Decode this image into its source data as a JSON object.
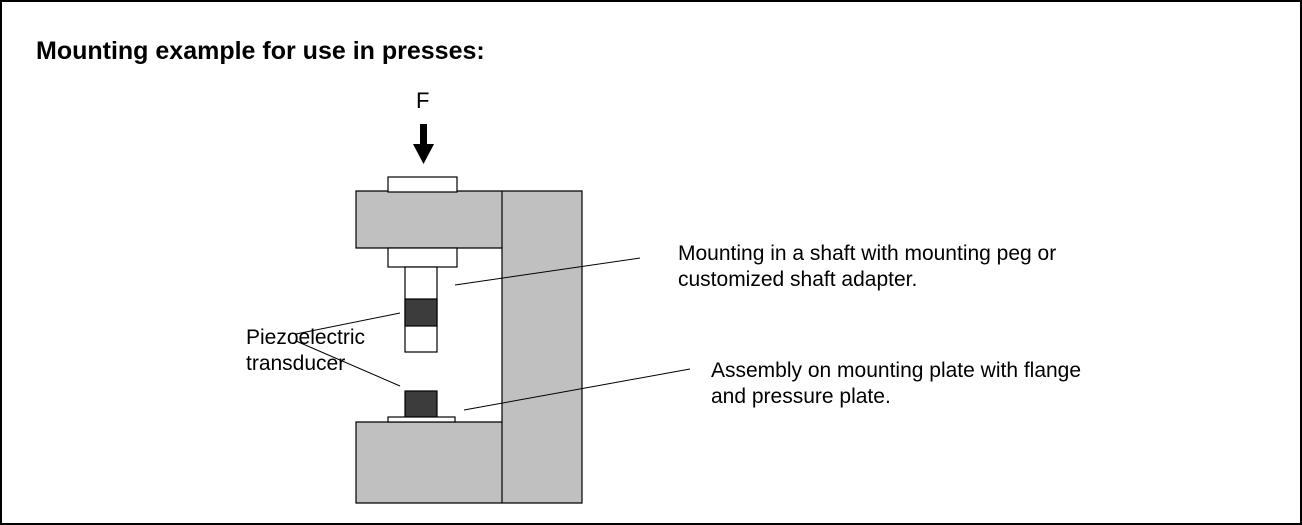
{
  "title": "Mounting example for use in presses:",
  "force_label": "F",
  "labels": {
    "shaft": {
      "line1": "Mounting in a shaft with mounting peg or",
      "line2": "customized shaft adapter."
    },
    "piezo": {
      "line1": "Piezoelectric",
      "line2": "transducer"
    },
    "assembly": {
      "line1": "Assembly on mounting plate with flange",
      "line2": "and pressure plate."
    }
  },
  "colors": {
    "frame_fill": "#c0c0c0",
    "transducer_fill": "#3c3c3c",
    "stroke": "#000000",
    "background": "#ffffff"
  },
  "icons": {
    "force": "down-arrow-icon"
  }
}
